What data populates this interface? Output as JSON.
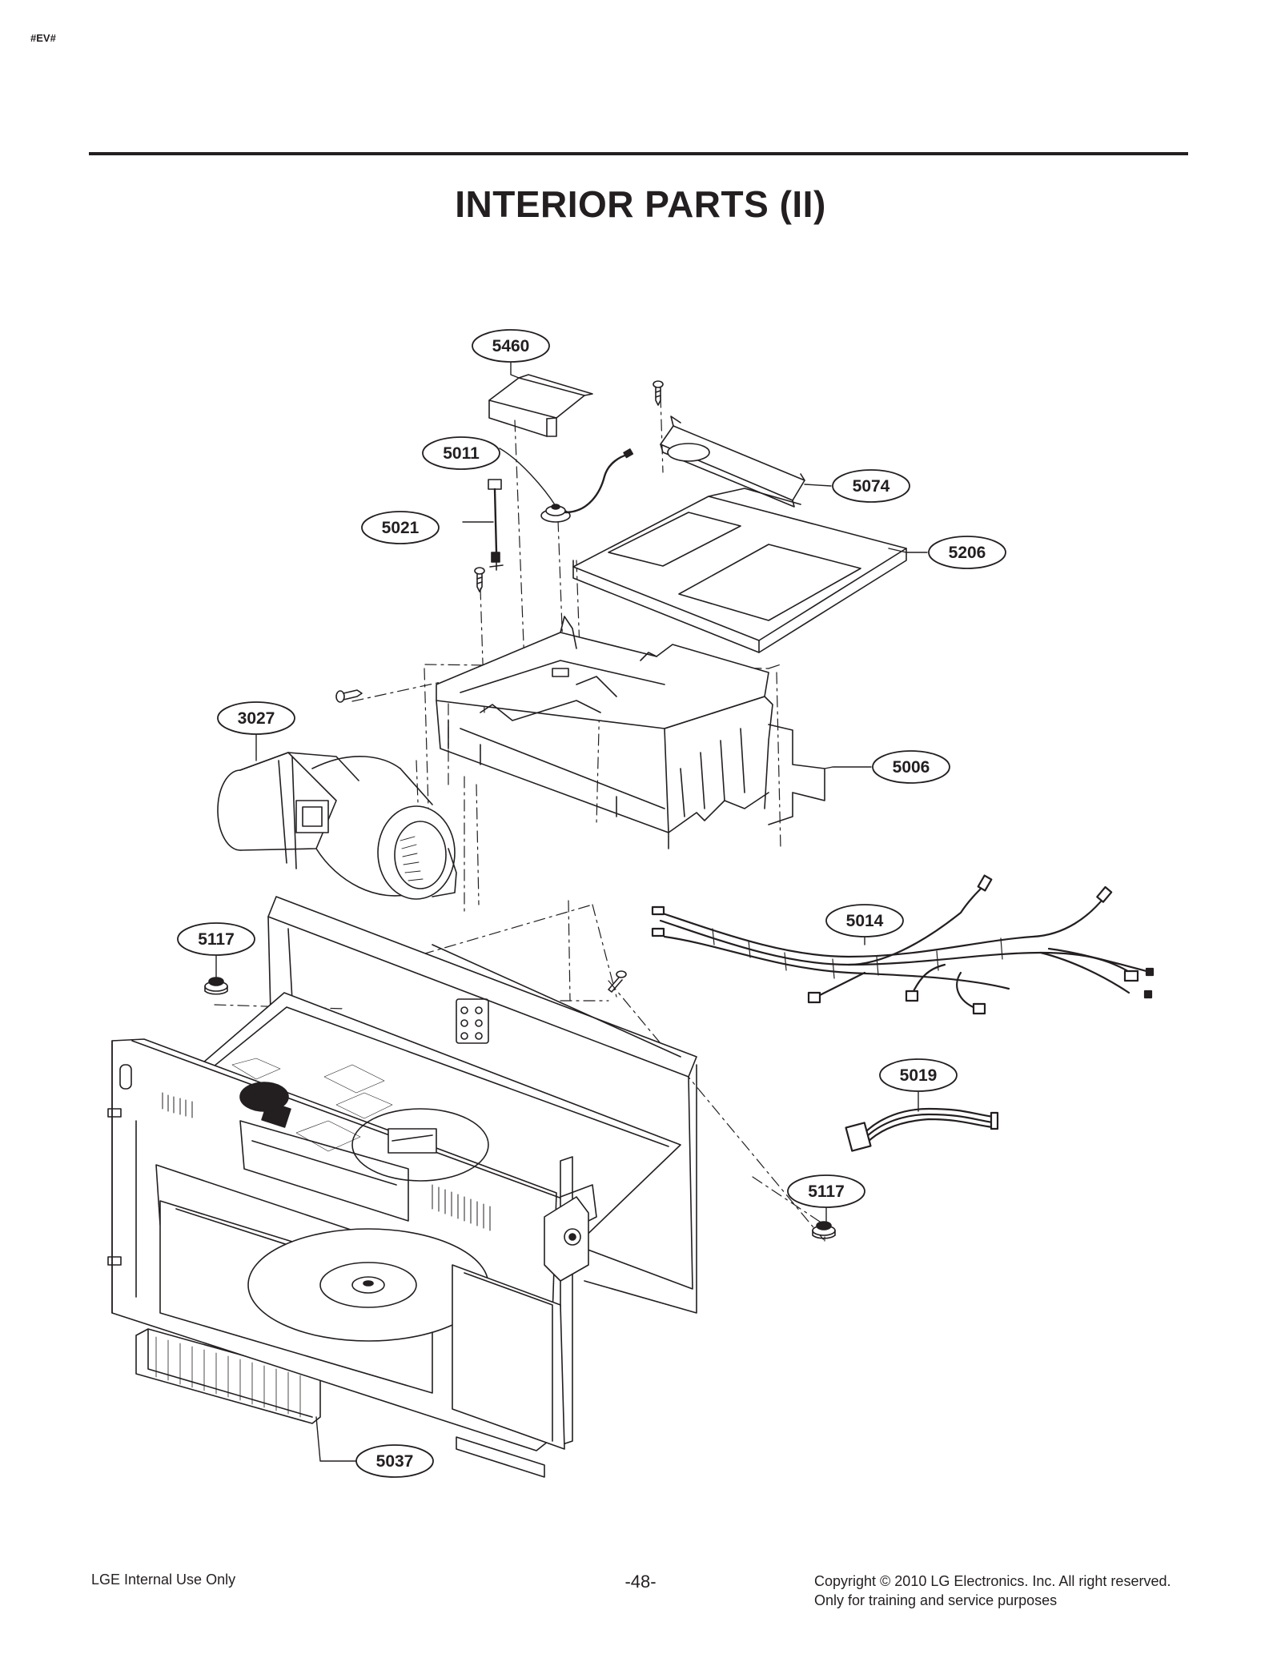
{
  "header": {
    "corner_mark": "#EV#",
    "title": "INTERIOR PARTS (II)"
  },
  "callouts": [
    {
      "id": "c5460",
      "label": "5460"
    },
    {
      "id": "c5011",
      "label": "5011"
    },
    {
      "id": "c5074",
      "label": "5074"
    },
    {
      "id": "c5021",
      "label": "5021"
    },
    {
      "id": "c5206",
      "label": "5206"
    },
    {
      "id": "c3027",
      "label": "3027"
    },
    {
      "id": "c5006",
      "label": "5006"
    },
    {
      "id": "c5014",
      "label": "5014"
    },
    {
      "id": "c5117a",
      "label": "5117"
    },
    {
      "id": "c5019",
      "label": "5019"
    },
    {
      "id": "c5117b",
      "label": "5117"
    },
    {
      "id": "c5037",
      "label": "5037"
    }
  ],
  "footer": {
    "left": "LGE Internal Use Only",
    "page_number": "-48-",
    "copyright_line1": "Copyright © 2010 LG Electronics. Inc. All right reserved.",
    "copyright_line2": "Only for training and service purposes"
  }
}
